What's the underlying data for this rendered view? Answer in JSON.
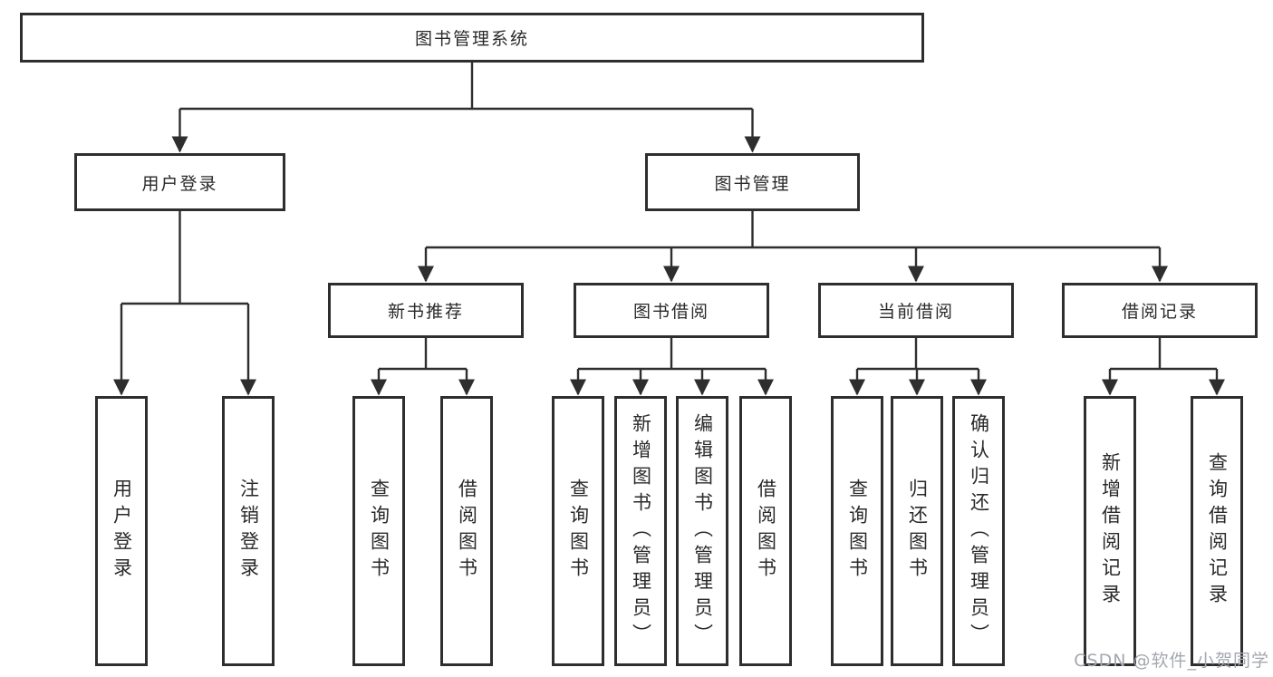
{
  "tree": {
    "root": {
      "label": "图书管理系统"
    },
    "level2": [
      {
        "label": "用户登录",
        "leaves": [
          {
            "label": "用户登录"
          },
          {
            "label": "注销登录"
          }
        ]
      },
      {
        "label": "图书管理",
        "sections": [
          {
            "label": "新书推荐",
            "leaves": [
              {
                "label": "查询图书"
              },
              {
                "label": "借阅图书"
              }
            ]
          },
          {
            "label": "图书借阅",
            "leaves": [
              {
                "label": "查询图书"
              },
              {
                "label": "新增图书（管理员）"
              },
              {
                "label": "编辑图书（管理员）"
              },
              {
                "label": "借阅图书"
              }
            ]
          },
          {
            "label": "当前借阅",
            "leaves": [
              {
                "label": "查询图书"
              },
              {
                "label": "归还图书"
              },
              {
                "label": "确认归还（管理员）"
              }
            ]
          },
          {
            "label": "借阅记录",
            "leaves": [
              {
                "label": "新增借阅记录"
              },
              {
                "label": "查询借阅记录"
              }
            ]
          }
        ]
      }
    ]
  },
  "watermark": {
    "text": "CSDN @软件_小贺同学"
  },
  "colors": {
    "line": "#2e2e2e",
    "box_border": "#2e2e2e",
    "text": "#2a2a2a",
    "watermark": "#a4a8af",
    "background": "#ffffff"
  }
}
